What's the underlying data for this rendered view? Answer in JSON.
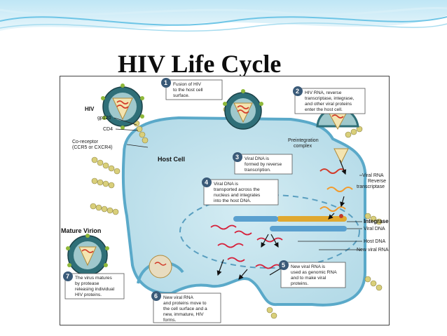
{
  "slide": {
    "title": "HIV Life Cycle"
  },
  "diagram": {
    "labels": {
      "hiv": "HIV",
      "gp120": "gp120",
      "cd4": "CD4",
      "coreceptor_1": "Co-receptor",
      "coreceptor_2": "(CCR5 or CXCR4)",
      "host_cell": "Host Cell",
      "preintegration_1": "Preintegration",
      "preintegration_2": "complex",
      "viral_rna": "Viral RNA",
      "reverse_1": "Reverse",
      "reverse_2": "transcriptase",
      "integrase": "Integrase",
      "viral_dna": "Viral DNA",
      "host_dna": "Host DNA",
      "new_viral_rna": "New viral RNA",
      "mature_virion": "Mature Virion"
    },
    "steps": [
      {
        "num": "1",
        "lines": [
          "Fusion of HIV",
          "to the host cell",
          "surface."
        ]
      },
      {
        "num": "2",
        "lines": [
          "HIV RNA, reverse",
          "transcriptase, integrase,",
          "and other viral proteins",
          "enter the host cell."
        ]
      },
      {
        "num": "3",
        "lines": [
          "Viral DNA is",
          "formed by reverse",
          "transcription."
        ]
      },
      {
        "num": "4",
        "lines": [
          "Viral DNA is",
          "transported across the",
          "nucleus and integrates",
          "into the host DNA."
        ]
      },
      {
        "num": "5",
        "lines": [
          "New viral RNA is",
          "used as genomic RNA",
          "and to make viral",
          "proteins."
        ]
      },
      {
        "num": "6",
        "lines": [
          "New viral RNA",
          "and proteins move to",
          "the cell surface and a",
          "new, immature, HIV",
          "forms."
        ]
      },
      {
        "num": "7",
        "lines": [
          "The virus matures",
          "by protease",
          "releasing individual",
          "HIV proteins."
        ]
      }
    ]
  }
}
